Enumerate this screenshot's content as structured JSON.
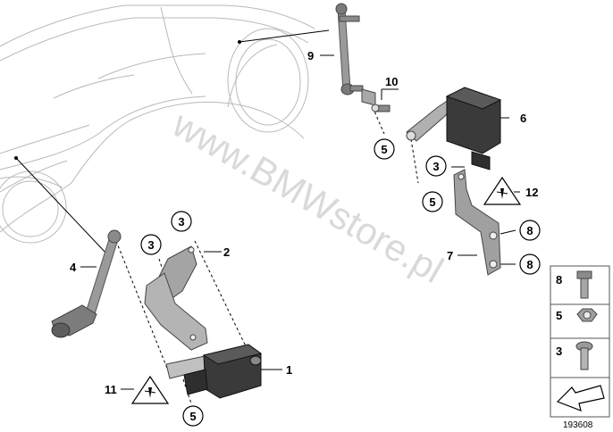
{
  "watermark": "www.BMWstore.pl",
  "callouts": {
    "c1": "1",
    "c2": "2",
    "c3a": "3",
    "c3b": "3",
    "c3c": "3",
    "c4": "4",
    "c5a": "5",
    "c5b": "5",
    "c5c": "5",
    "c6": "6",
    "c7": "7",
    "c8a": "8",
    "c8b": "8",
    "c9": "9",
    "c10": "10",
    "c11": "11",
    "c12": "12"
  },
  "legend": {
    "item8": "8",
    "item5": "5",
    "item3": "3"
  },
  "drawing_number": "193608"
}
